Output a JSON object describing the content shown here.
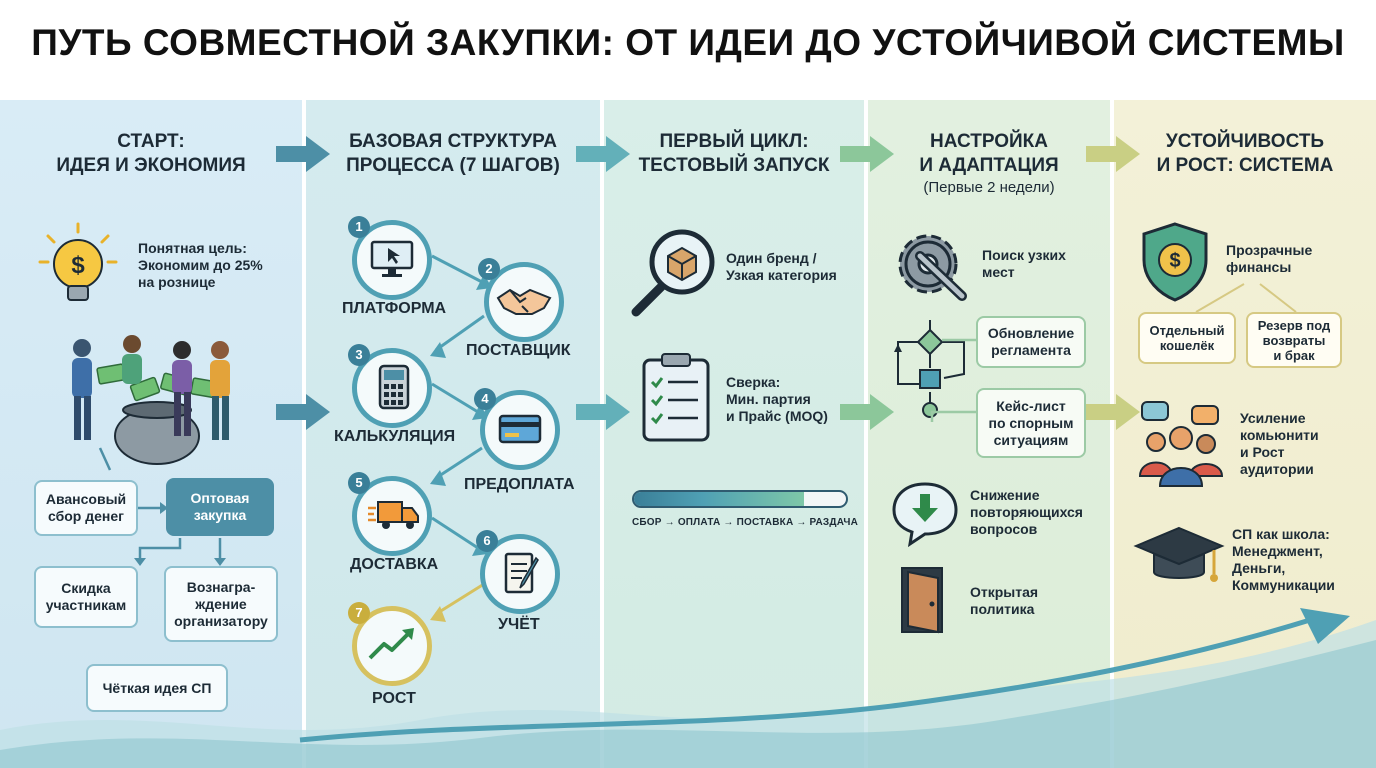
{
  "title": "ПУТЬ СОВМЕСТНОЙ ЗАКУПКИ: ОТ ИДЕИ ДО УСТОЙЧИВОЙ СИСТЕМЫ",
  "colors": {
    "teal": "#4fa0b4",
    "dark_teal": "#3a7f98",
    "green": "#8cc79a",
    "gold": "#d6c15f"
  },
  "stages": [
    {
      "title": "СТАРТ:\nИДЕЯ И ЭКОНОМИЯ",
      "goal": "Понятная цель:\nЭкономим до 25%\nна рознице",
      "flow": {
        "advance": "Авансовый\nсбор денег",
        "wholesale": "Оптовая\nзакупка",
        "discount": "Скидка\nучастникам",
        "reward": "Вознагра-\nждение\nорганизатору"
      },
      "idea": "Чёткая идея СП",
      "icons": [
        "lightbulb-dollar-icon",
        "people-money-pot-icon"
      ]
    },
    {
      "title": "БАЗОВАЯ СТРУКТУРА\nПРОЦЕССА (7 ШАГОВ)",
      "steps": [
        {
          "num": "1",
          "label": "ПЛАТФОРМА",
          "icon": "monitor-cursor-icon"
        },
        {
          "num": "2",
          "label": "ПОСТАВЩИК",
          "icon": "handshake-icon"
        },
        {
          "num": "3",
          "label": "КАЛЬКУЛЯЦИЯ",
          "icon": "calculator-icon"
        },
        {
          "num": "4",
          "label": "ПРЕДОПЛАТА",
          "icon": "credit-card-icon"
        },
        {
          "num": "5",
          "label": "ДОСТАВКА",
          "icon": "truck-icon"
        },
        {
          "num": "6",
          "label": "УЧЁТ",
          "icon": "notepad-pen-icon"
        },
        {
          "num": "7",
          "label": "РОСТ",
          "icon": "growth-arrow-icon"
        }
      ]
    },
    {
      "title": "ПЕРВЫЙ ЦИКЛ:\nТЕСТОВЫЙ ЗАПУСК",
      "brand": "Один бренд /\nУзкая категория",
      "check": "Сверка:\nМин. партия\nи Прайс (MOQ)",
      "sequence": "СБОР → ОПЛАТА → ПОСТАВКА → РАЗДАЧА",
      "progress": 0.8,
      "icons": [
        "magnifier-box-icon",
        "clipboard-checklist-icon"
      ]
    },
    {
      "title": "НАСТРОЙКА\nИ АДАПТАЦИЯ",
      "subtitle": "(Первые 2 недели)",
      "bottlenecks": "Поиск узких\nмест",
      "regulation": "Обновление\nрегламента",
      "cases": "Кейс-лист\nпо спорным\nситуациям",
      "fewer": "Снижение\nповторяющихся\nвопросов",
      "open": "Открытая\nполитика",
      "icons": [
        "gear-wrench-icon",
        "flowchart-icon",
        "speech-down-arrow-icon",
        "open-door-icon"
      ]
    },
    {
      "title": "УСТОЙЧИВОСТЬ\nИ РОСТ: СИСТЕМА",
      "finance": "Прозрачные\nфинансы",
      "wallet": "Отдельный\nкошелёк",
      "reserve": "Резерв под\nвозвраты\nи брак",
      "community": "Усиление\nкомьюнити\nи Рост\nаудитории",
      "school": "СП как школа:\nМенеджмент,\nДеньги,\nКоммуникации",
      "icons": [
        "shield-dollar-icon",
        "community-chat-icon",
        "graduation-cap-icon"
      ]
    }
  ]
}
